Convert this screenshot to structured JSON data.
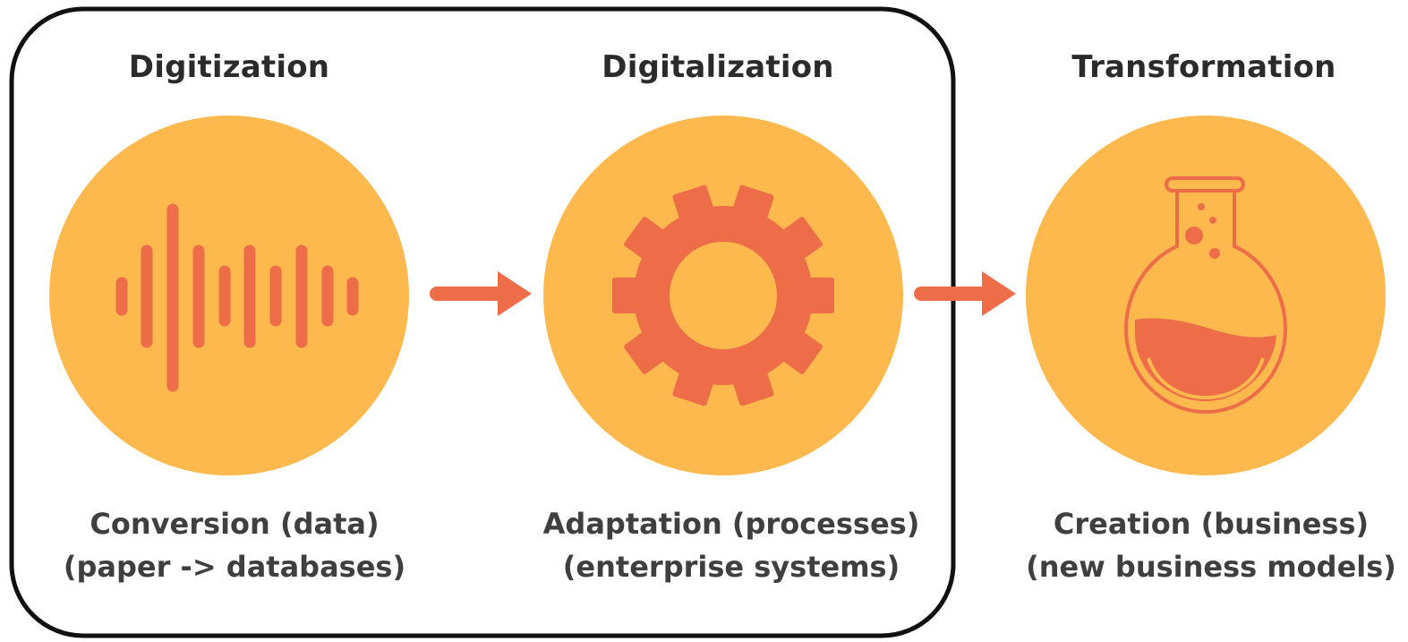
{
  "colors": {
    "circle_fill": "#FDB94E",
    "icon_fill": "#EC6D47",
    "frame_stroke": "#111111",
    "title_text": "#2B2B2B",
    "caption_text": "#3F3F3F"
  },
  "stages": [
    {
      "title": "Digitization",
      "caption_line1": "Conversion (data)",
      "caption_line2": "(paper -> databases)",
      "icon": "sound-wave-icon"
    },
    {
      "title": "Digitalization",
      "caption_line1": "Adaptation (processes)",
      "caption_line2": "(enterprise systems)",
      "icon": "gear-icon"
    },
    {
      "title": "Transformation",
      "caption_line1": "Creation (business)",
      "caption_line2": "(new business models)",
      "icon": "flask-icon"
    }
  ],
  "arrows": [
    {
      "from": "Digitization",
      "to": "Digitalization"
    },
    {
      "from": "Digitalization",
      "to": "Transformation"
    }
  ]
}
